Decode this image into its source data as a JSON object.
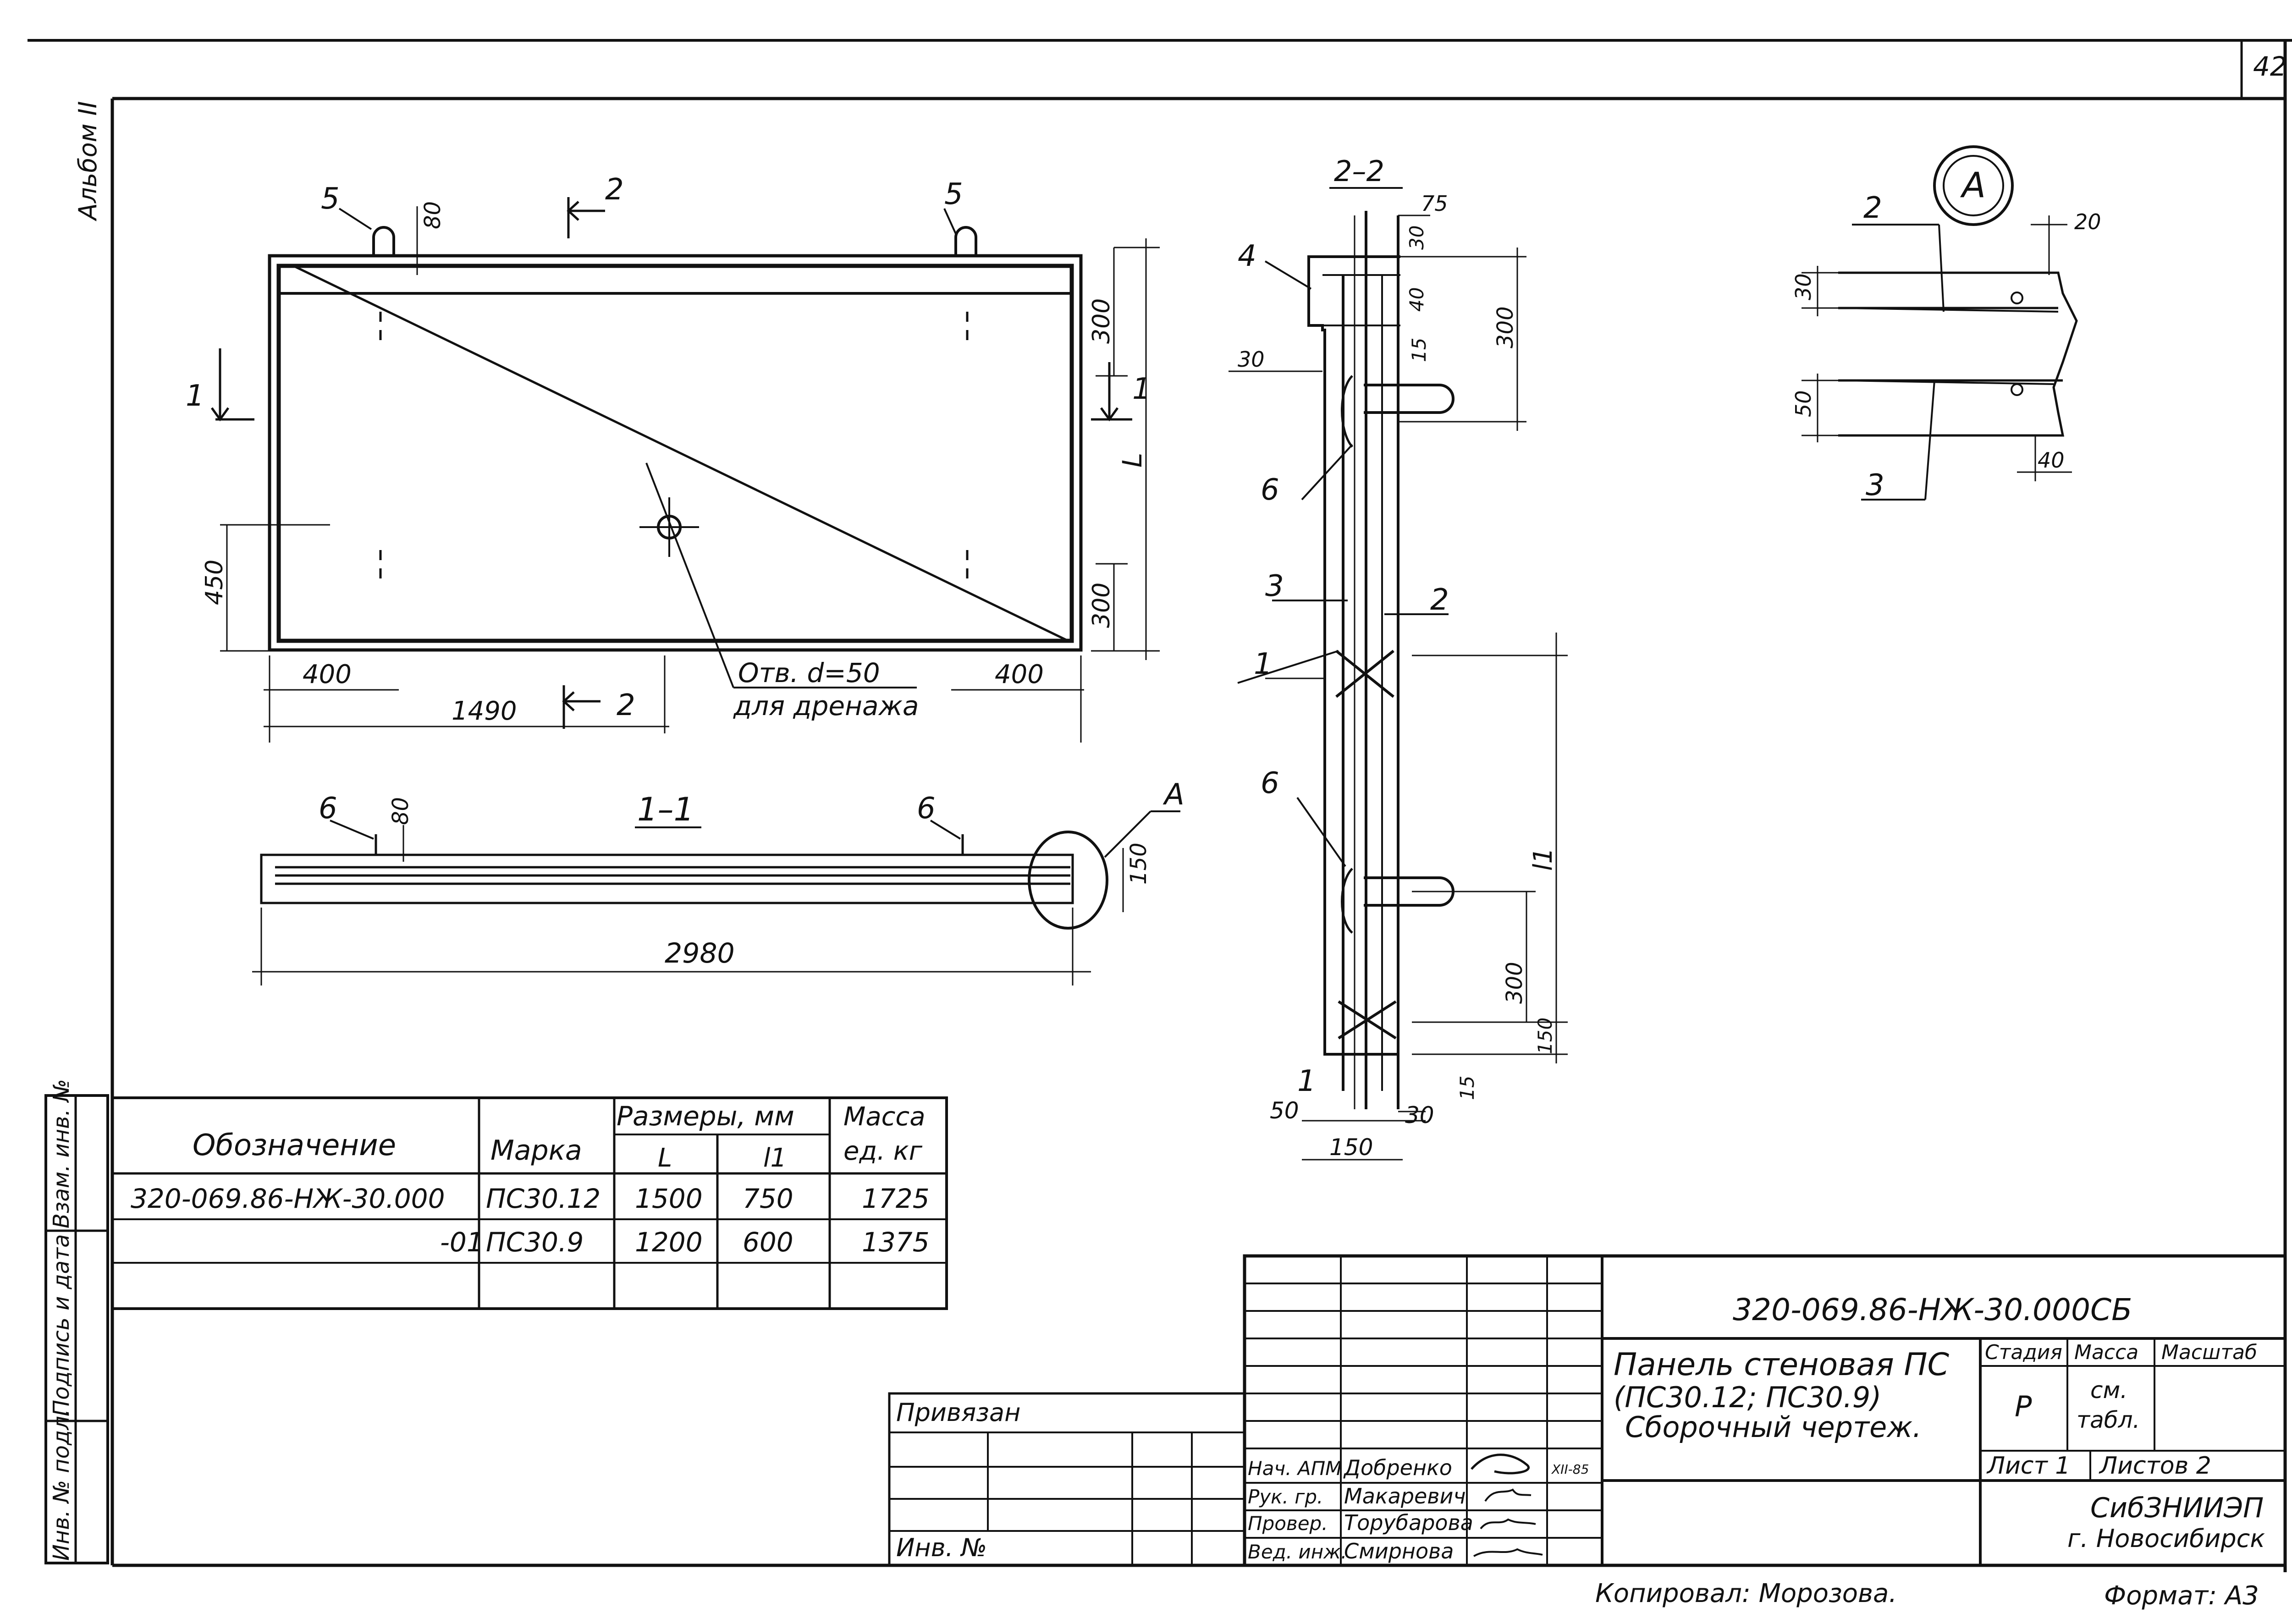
{
  "sheet": {
    "page_number": "42",
    "album_label": "Альбом II",
    "copied_by": "Копировал: Морозова.",
    "format": "Формат: А3"
  },
  "plan": {
    "dims": {
      "loop_h": "80",
      "top_300": "300",
      "bottom_300": "300",
      "L": "L",
      "dim_450": "450",
      "dim_400_left": "400",
      "dim_1490": "1490",
      "dim_400_right": "400"
    },
    "callouts": {
      "loop_left": "5",
      "loop_right": "5"
    },
    "section_marks": {
      "mark_1_left": "1",
      "mark_1_right": "1",
      "mark_2_top": "2",
      "mark_2_bottom": "2"
    },
    "hole_note_line1": "Отв. d=50",
    "hole_note_line2": "для дренажа"
  },
  "section_1_1": {
    "title": "1–1",
    "callouts": {
      "left": "6",
      "right": "6",
      "detail": "A"
    },
    "dims": {
      "dim_80": "80",
      "thickness": "150",
      "length": "2980"
    }
  },
  "section_2_2": {
    "title": "2–2",
    "dims": {
      "d75": "75",
      "d30_top": "30",
      "d40": "40",
      "d300_top": "300",
      "d15_top": "15",
      "d30_left": "30",
      "l1": "l1",
      "d300_bottom": "300",
      "d150_v": "150",
      "d15_bottom": "15",
      "d50": "50",
      "d30_bottom": "30",
      "d150_h": "150"
    },
    "callouts": {
      "c4": "4",
      "c6_top": "6",
      "c3": "3",
      "c2": "2",
      "c1_mid": "1",
      "c6_bottom": "6",
      "c1_bottom": "1"
    }
  },
  "detail_a": {
    "title": "A",
    "dims": {
      "d20": "20",
      "d30": "30",
      "d50": "50",
      "d40": "40"
    },
    "callouts": {
      "c2": "2",
      "c3": "3"
    }
  },
  "spec_table": {
    "headers": {
      "designation": "Обозначение",
      "mark": "Марка",
      "sizes": "Размеры, мм",
      "L": "L",
      "l1": "l1",
      "mass_line1": "Масса",
      "mass_line2": "ед. кг"
    },
    "rows": [
      {
        "designation": "320-069.86-НЖ-30.000",
        "mark": "ПС30.12",
        "L": "1500",
        "l1": "750",
        "mass": "1725"
      },
      {
        "designation": "-01",
        "mark": "ПС30.9",
        "L": "1200",
        "l1": "600",
        "mass": "1375"
      },
      {
        "designation": "",
        "mark": "",
        "L": "",
        "l1": "",
        "mass": ""
      }
    ]
  },
  "side_stamp": {
    "inv_podl": "Инв. № подл.",
    "sign_date": "Подпись и дата",
    "vzam": "Взам. инв. №"
  },
  "binding_block": {
    "privyazan": "Привязан",
    "inv_no": "Инв. №"
  },
  "title_block": {
    "doc_code": "320-069.86-НЖ-30.000СБ",
    "title_line1": "Панель стеновая ПС",
    "title_line2": "(ПС30.12; ПС30.9)",
    "title_line3": "Сборочный чертеж.",
    "stage_header": "Стадия",
    "mass_header": "Масса",
    "scale_header": "Масштаб",
    "stage_value": "Р",
    "mass_value_line1": "см.",
    "mass_value_line2": "табл.",
    "sheet_label": "Лист 1",
    "sheets_label": "Листов 2",
    "org_line1": "СибЗНИИЭП",
    "org_line2": "г. Новосибирск",
    "staff": [
      {
        "role": "Нач. АПМ",
        "name": "Добренко",
        "date": "XII-85"
      },
      {
        "role": "Рук. гр.",
        "name": "Макаревич",
        "date": ""
      },
      {
        "role": "Провер.",
        "name": "Торубарова",
        "date": ""
      },
      {
        "role": "Вед. инж.",
        "name": "Смирнова",
        "date": ""
      }
    ]
  }
}
